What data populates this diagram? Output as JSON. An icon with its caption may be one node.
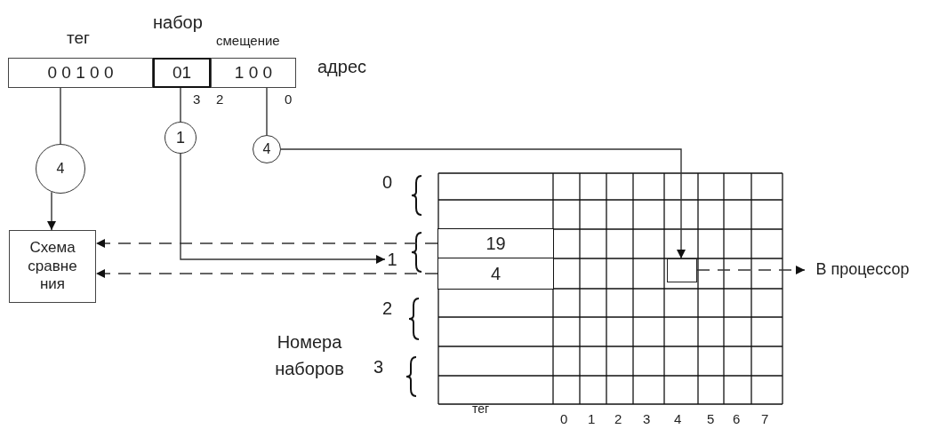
{
  "diagram": {
    "nodes": [
      {
        "text": [
          "0 0 1 0 0"
        ],
        "beside": [
          "тег"
        ]
      },
      {
        "text": [
          "01"
        ],
        "beside": [
          "набор"
        ]
      },
      {
        "text": [
          "1 0 0"
        ],
        "beside": [
          "смещение"
        ]
      },
      {
        "text": [
          "4"
        ]
      },
      {
        "text": [
          "1"
        ]
      },
      {
        "text": [
          "4"
        ]
      },
      {
        "text": [
          "Схема сравне ния"
        ]
      },
      {
        "text": [
          "19"
        ]
      },
      {
        "text": [
          "4"
        ]
      },
      {
        "text": [
          "1"
        ]
      },
      {
        "text": [],
        "shape": "box"
      },
      {
        "text": [
          "В процессор"
        ]
      }
    ],
    "edges": [
      {
        "from": 0,
        "to": 3,
        "arrow": "none"
      },
      {
        "from": 3,
        "to": 6,
        "arrow": "to"
      },
      {
        "from": 1,
        "to": 4,
        "arrow": "none"
      },
      {
        "from": 4,
        "to": 9,
        "arrow": "to"
      },
      {
        "from": 2,
        "to": 5,
        "arrow": "none"
      },
      {
        "from": 5,
        "to": 10,
        "arrow": "to"
      },
      {
        "from": 7,
        "to": 6,
        "arrow": "to",
        "style": "dashed"
      },
      {
        "from": 8,
        "to": 6,
        "arrow": "to",
        "style": "dashed"
      },
      {
        "from": 10,
        "to": 11,
        "arrow": "to",
        "style": "dashed"
      }
    ],
    "labels": [
      "адрес",
      "3",
      "2",
      "0",
      "0",
      "2",
      "Номера наборов",
      "3",
      "тег",
      "0",
      "1",
      "2",
      "3",
      "4",
      "5",
      "6",
      "7"
    ]
  }
}
